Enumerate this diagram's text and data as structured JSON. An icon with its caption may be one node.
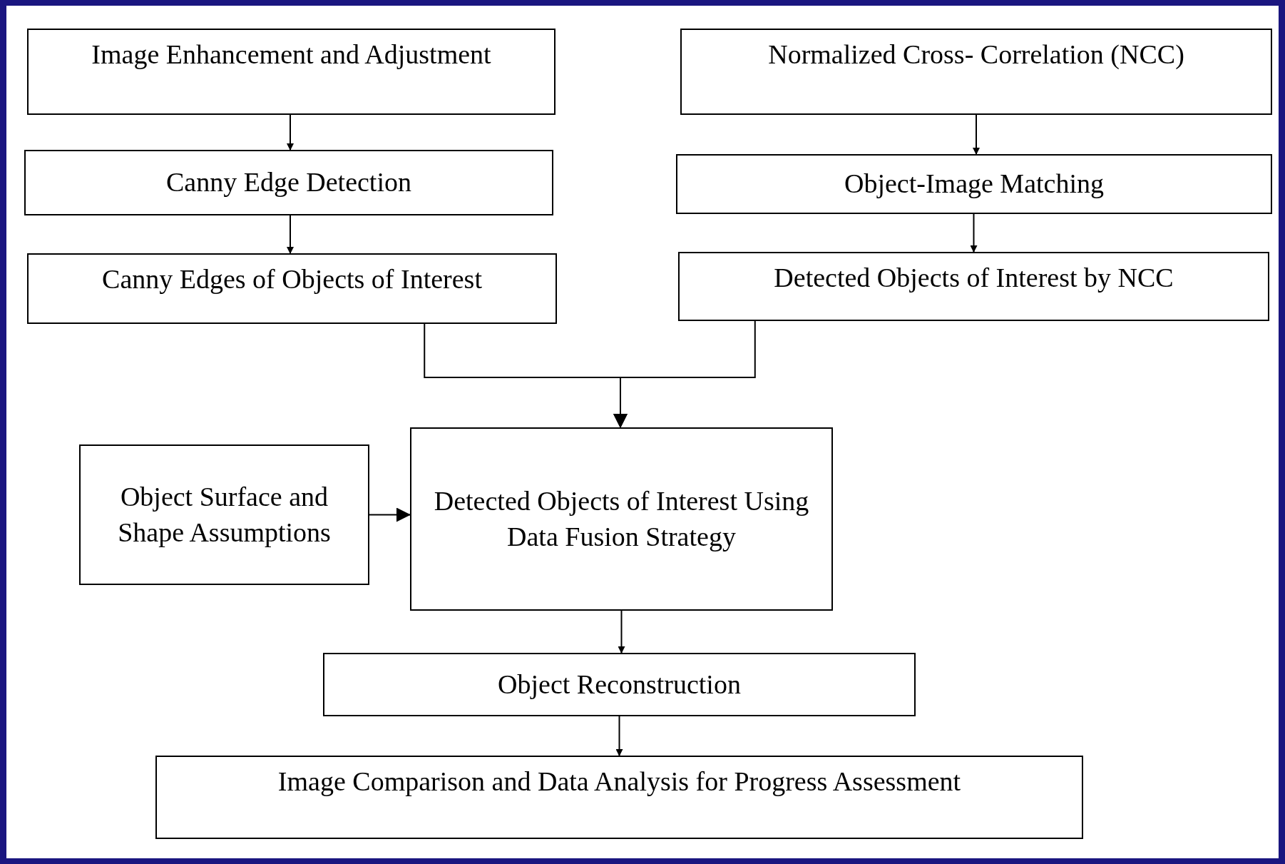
{
  "diagram": {
    "nodes": [
      {
        "text": [
          "Image Enhancement and Adjustment"
        ]
      },
      {
        "text": [
          "Canny Edge Detection"
        ]
      },
      {
        "text": [
          "Canny Edges of Objects of Interest"
        ]
      },
      {
        "text": [
          "Normalized Cross- Correlation (NCC)"
        ]
      },
      {
        "text": [
          "Object-Image Matching"
        ]
      },
      {
        "text": [
          "Detected Objects of Interest by NCC"
        ]
      },
      {
        "text": [
          "Object Surface and Shape Assumptions"
        ]
      },
      {
        "text": [
          "Detected Objects of Interest Using Data Fusion Strategy"
        ]
      },
      {
        "text": [
          "Object Reconstruction"
        ]
      },
      {
        "text": [
          "Image Comparison and Data Analysis for Progress Assessment"
        ]
      }
    ],
    "edges": [
      {
        "from": 0,
        "to": 1,
        "arrow": "to"
      },
      {
        "from": 1,
        "to": 2,
        "arrow": "to"
      },
      {
        "from": 3,
        "to": 4,
        "arrow": "to"
      },
      {
        "from": 4,
        "to": 5,
        "arrow": "to"
      },
      {
        "from": 2,
        "to": 7,
        "arrow": "to"
      },
      {
        "from": 5,
        "to": 7,
        "arrow": "to"
      },
      {
        "from": 6,
        "to": 7,
        "arrow": "to"
      },
      {
        "from": 7,
        "to": 8,
        "arrow": "to"
      },
      {
        "from": 8,
        "to": 9,
        "arrow": "to"
      }
    ]
  }
}
